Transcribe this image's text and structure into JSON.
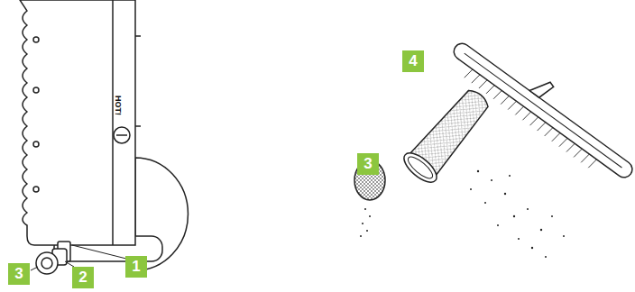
{
  "diagram": {
    "labels": [
      "HOT!",
      "1",
      "3",
      "2",
      "4",
      "3"
    ]
  }
}
